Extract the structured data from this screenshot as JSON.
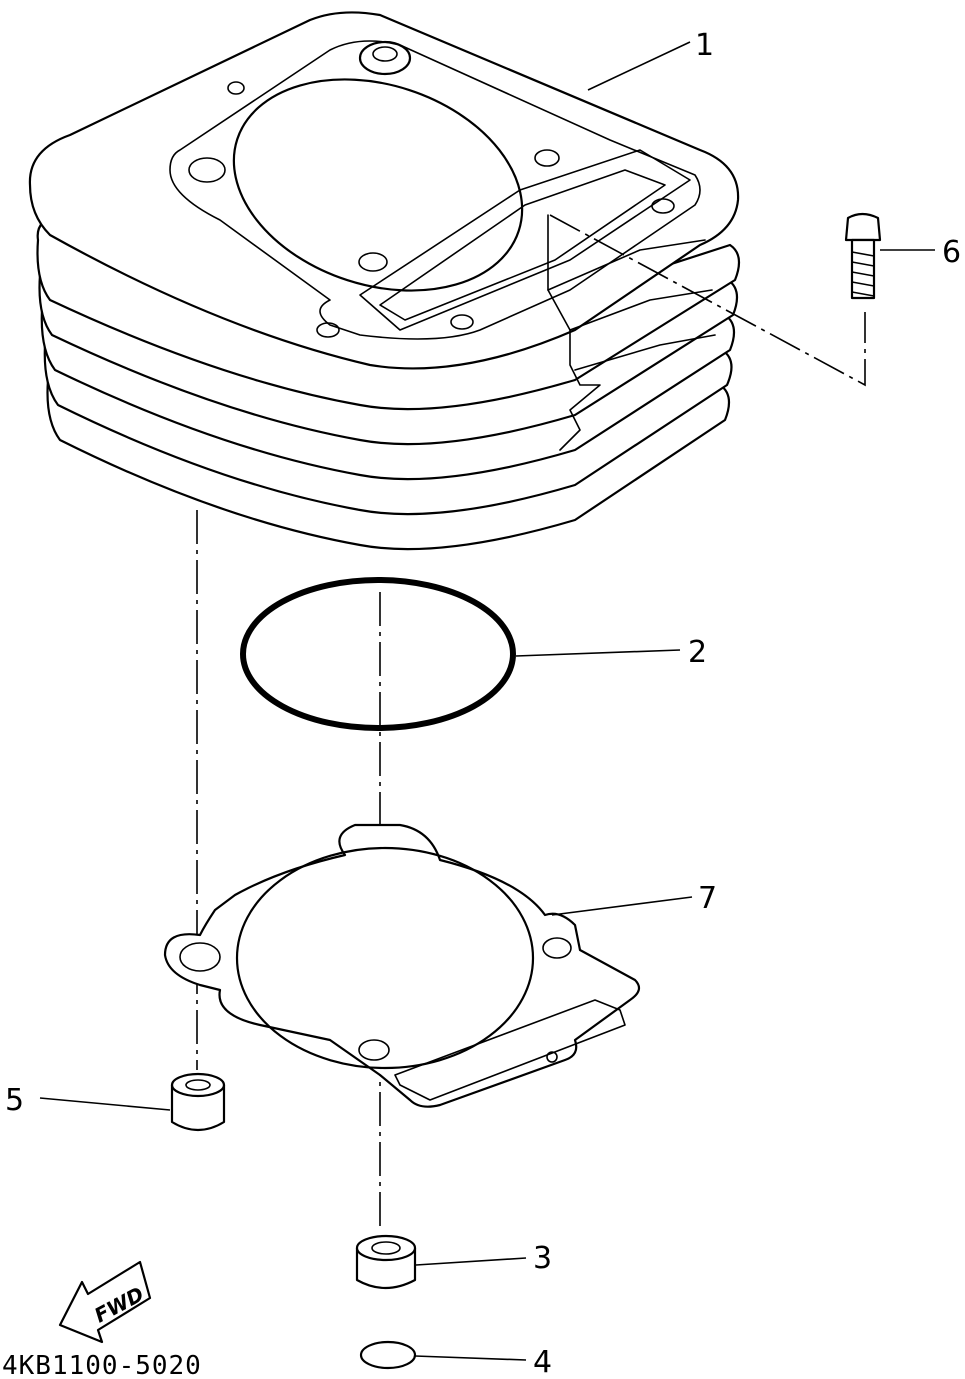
{
  "diagram": {
    "callouts": [
      "1",
      "2",
      "3",
      "4",
      "5",
      "6",
      "7"
    ],
    "direction_label": "FWD",
    "drawing_code": "4KB1100-5020"
  }
}
